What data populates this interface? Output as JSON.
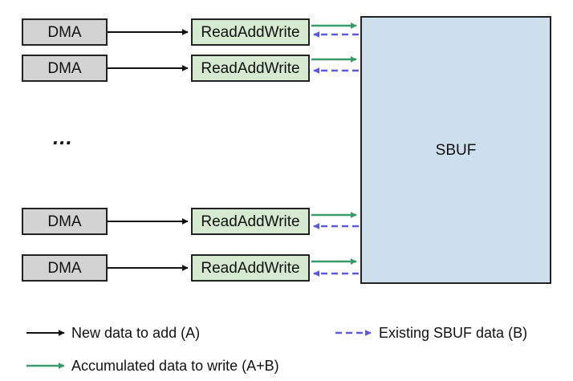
{
  "dma_label": "DMA",
  "raw_label": "ReadAddWrite",
  "sbuf_label": "SBUF",
  "ellipsis": "...",
  "legend": {
    "new_data": "New data to add (A)",
    "existing": "Existing SBUF data (B)",
    "accumulated": "Accumulated data to write (A+B)"
  },
  "colors": {
    "black_arrow": "#111111",
    "green_arrow": "#3a9a6a",
    "blue_dashed": "#5a5ae0",
    "dma_fill": "#d3d3d3",
    "raw_fill": "#d5ead1",
    "sbuf_fill": "#cddfed"
  }
}
